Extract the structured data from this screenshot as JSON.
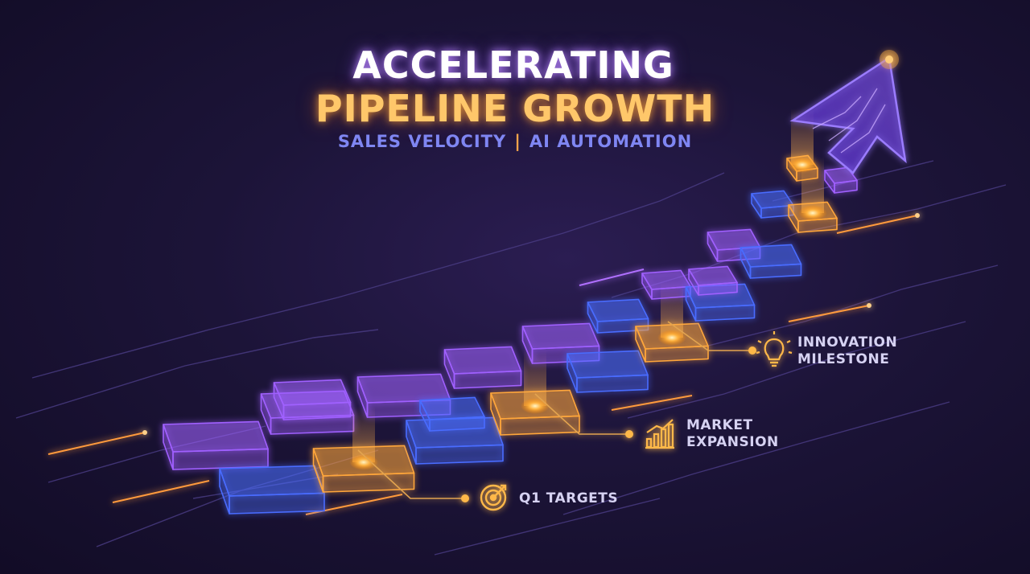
{
  "title": {
    "line1": "ACCELERATING",
    "line2": "PIPELINE GROWTH"
  },
  "subtitle": {
    "left": "SALES VELOCITY",
    "separator": "|",
    "right": "AI AUTOMATION"
  },
  "callouts": {
    "innovation": {
      "line1": "INNOVATION",
      "line2": "MILESTONE",
      "icon": "lightbulb-icon"
    },
    "market": {
      "line1": "MARKET",
      "line2": "EXPANSION",
      "icon": "bar-chart-icon"
    },
    "q1": {
      "line1": "Q1 TARGETS",
      "icon": "target-icon"
    }
  },
  "colors": {
    "background": "#1c1438",
    "purple_glow": "#a060ff",
    "blue_glow": "#4a6cff",
    "orange_glow": "#ffa63a",
    "title_white": "#ffffff",
    "title_orange": "#ffc76a",
    "subtitle_blue": "#7f86f2"
  }
}
